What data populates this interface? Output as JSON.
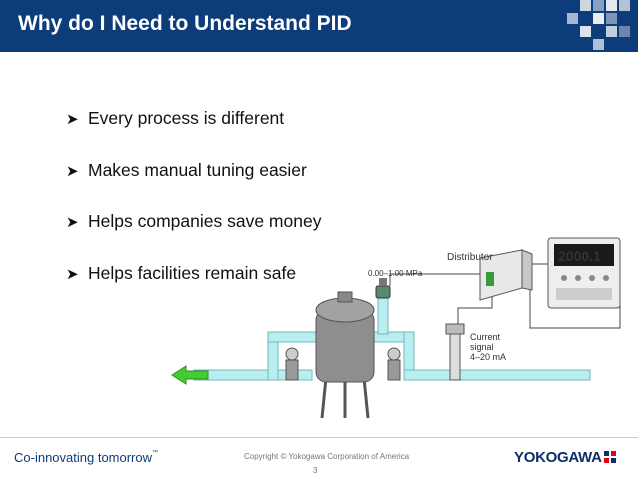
{
  "header": {
    "title": "Why do I Need to Understand PID"
  },
  "bullets": [
    "Every process is different",
    "Makes manual tuning easier",
    "Helps companies save money",
    "Helps facilities remain safe"
  ],
  "diagram": {
    "distributor_label": "Distributor",
    "pressure_label": "0.00–1.00 MPa",
    "signal_label_1": "Current",
    "signal_label_2": "signal",
    "signal_label_3": "4–20 mA",
    "display_value": "2000.1"
  },
  "footer": {
    "tagline": "Co-innovating tomorrow",
    "trademark": "™",
    "copyright": "Copyright ©  Yokogawa Corporation of America",
    "page_number": "3",
    "logo": "YOKOGAWA"
  },
  "colors": {
    "header_bg": "#0d3c7a",
    "pipe": "#b9eef0",
    "arrow": "#44cc33",
    "logo": "#0d2d6b",
    "logo_accent": "#e60012"
  }
}
